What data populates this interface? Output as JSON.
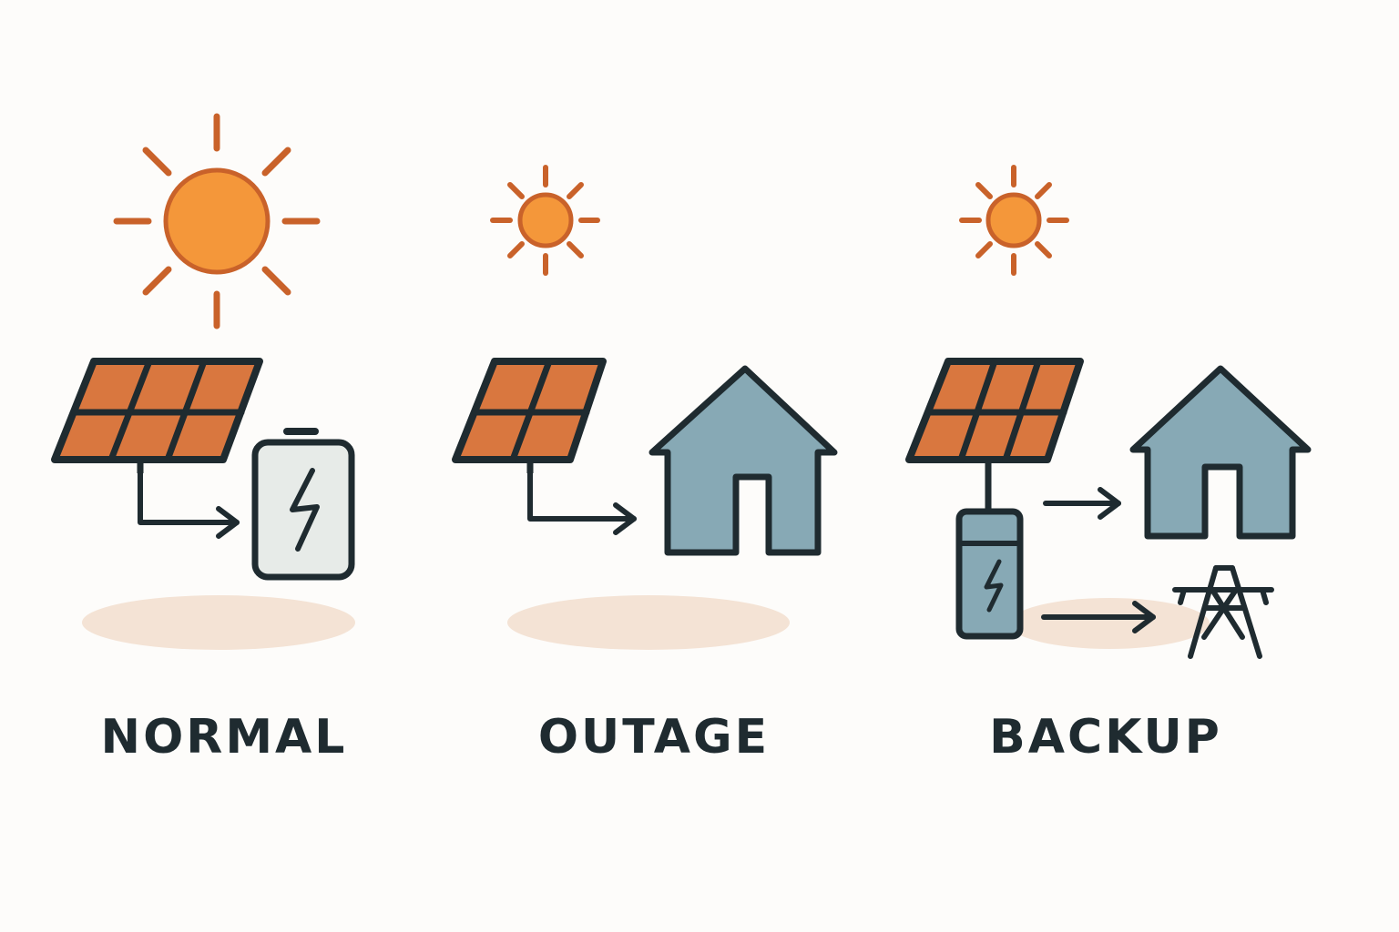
{
  "colors": {
    "background": "#fdfcfa",
    "sun_fill": "#f4973a",
    "sun_outline": "#c9622a",
    "panel_cell": "#d9773f",
    "outline": "#1f2b30",
    "house_fill": "#87a9b5",
    "battery_fill_normal": "#e7ebe8",
    "battery_fill_backup": "#87a9b5",
    "ground_shadow": "#f4e3d5"
  },
  "scenarios": [
    {
      "label": "NORMAL",
      "icons": [
        "sun-icon",
        "solar-panel-icon",
        "battery-icon"
      ]
    },
    {
      "label": "OUTAGE",
      "icons": [
        "sun-icon",
        "solar-panel-icon",
        "house-icon"
      ]
    },
    {
      "label": "BACKUP",
      "icons": [
        "sun-icon",
        "solar-panel-icon",
        "battery-icon",
        "house-icon",
        "transmission-tower-icon"
      ]
    }
  ]
}
